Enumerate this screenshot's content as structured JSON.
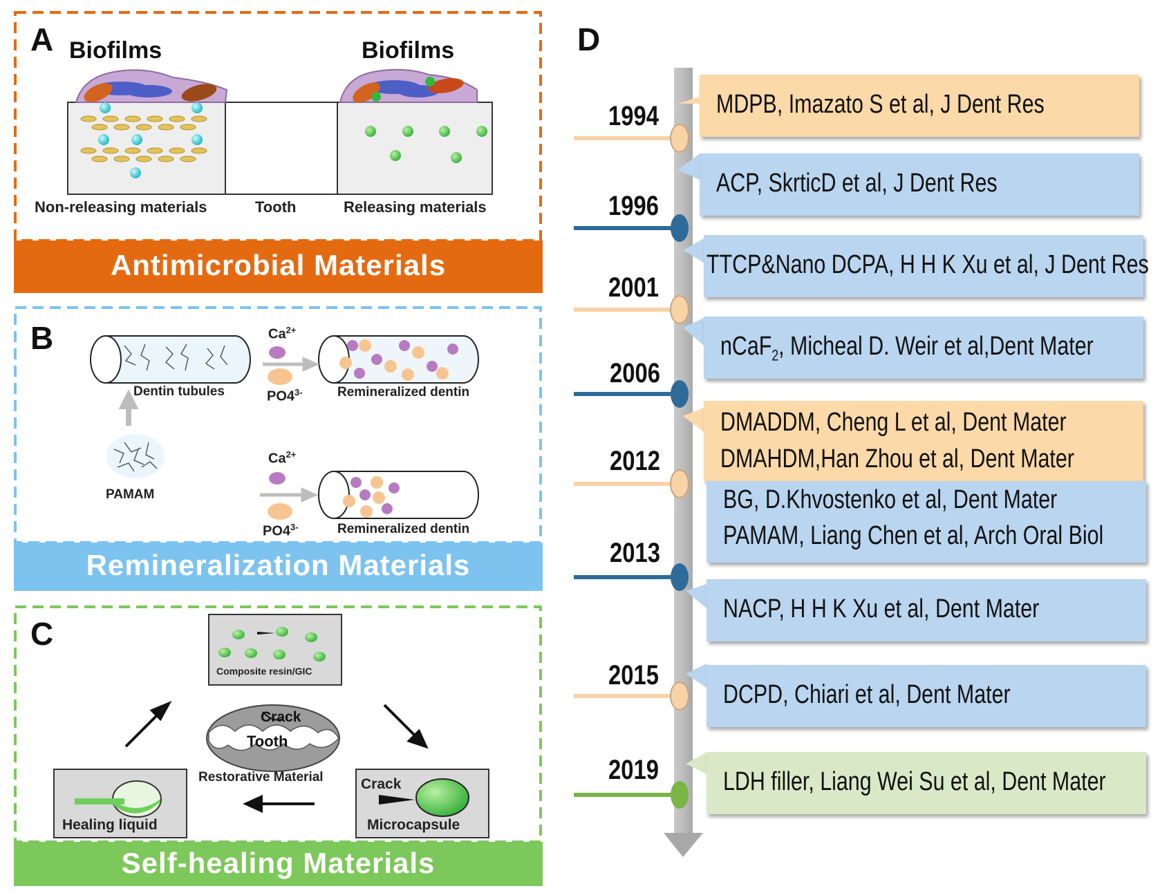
{
  "panel_a": {
    "label": "A",
    "biofilms_left": "Biofilms",
    "biofilms_right": "Biofilms",
    "non_releasing": "Non-releasing materials",
    "tooth": "Tooth",
    "releasing": "Releasing materials",
    "title": "Antimicrobial Materials"
  },
  "panel_b": {
    "label": "B",
    "dentin_tubules": "Dentin tubules",
    "pamam": "PAMAM",
    "ca": "Ca",
    "ca_charge": "2+",
    "po4": "PO4",
    "po4_charge": "3-",
    "remineralized_top": "Remineralized dentin",
    "remineralized_bottom": "Remineralized dentin",
    "title": "Remineralization Materials"
  },
  "panel_c": {
    "label": "C",
    "composite": "Composite resin/GIC",
    "crack_center": "Crack",
    "tooth": "Tooth",
    "restorative": "Restorative Material",
    "crack_right": "Crack",
    "microcapsule": "Microcapsule",
    "healing_liquid": "Healing liquid",
    "title": "Self-healing Materials"
  },
  "panel_d": {
    "label": "D",
    "years": [
      "1994",
      "1996",
      "2001",
      "2006",
      "2012",
      "2013",
      "2015",
      "2019"
    ],
    "entries": {
      "mdpb": "MDPB, Imazato S et al, J Dent Res",
      "acp": "ACP, SkrticD et al, J Dent Res",
      "ttcp": "TTCP&Nano DCPA, H H K Xu et al, J Dent Res",
      "ncaf_prefix": "nCaF",
      "ncaf_sub": "2",
      "ncaf_rest": ", Micheal D. Weir et al,Dent Mater",
      "dmaddm": "DMADDM, Cheng L et al, Dent Mater",
      "dmahdm": "DMAHDM,Han Zhou et al, Dent Mater",
      "bg": "BG, D.Khvostenko et al, Dent Mater",
      "pamam": "PAMAM, Liang Chen et al, Arch Oral Biol",
      "nacp": "NACP, H H K Xu et al, Dent Mater",
      "dcpd": "DCPD, Chiari et al, Dent Mater",
      "ldh": "LDH filler, Liang Wei Su et al, Dent Mater"
    }
  },
  "colors": {
    "orange": "#e46a12",
    "blue": "#7cc3ef",
    "green": "#7cc85a",
    "card_orange": "#fbd9a8",
    "card_blue": "#b9d5ef",
    "card_green": "#d9e8c6",
    "timeline_dark": "#2e6b99",
    "timeline_light": "#f7d3a6",
    "timeline_green": "#79b646"
  }
}
